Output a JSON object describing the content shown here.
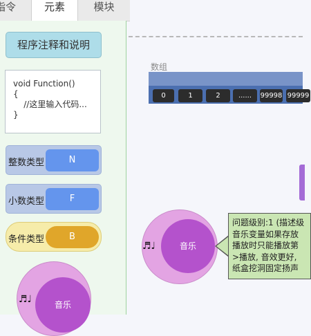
{
  "tabs": [
    {
      "label": "指令"
    },
    {
      "label": "元素"
    },
    {
      "label": "模块"
    }
  ],
  "palette": {
    "note_block": "程序注释和说明",
    "code_block": {
      "lines": [
        "void Function()",
        "{",
        "    //这里输入代码...",
        "}"
      ]
    },
    "int_type": {
      "label": "整数类型",
      "chip": "N"
    },
    "float_type": {
      "label": "小数类型",
      "chip": "F"
    },
    "bool_type": {
      "label": "条件类型",
      "chip": "B"
    },
    "music": {
      "label": "音乐",
      "glyph": "♬♩"
    }
  },
  "canvas": {
    "array": {
      "title": "数组",
      "cells": [
        "0",
        "1",
        "2",
        "......",
        "99998",
        "99999"
      ]
    },
    "music": {
      "label": "音乐",
      "glyph": "♬♩"
    },
    "tooltip": {
      "lines": [
        "问题级别:1 (描述级",
        "音乐变量如果存放",
        "播放时只能播放第",
        ">播放, 音效更好,",
        "纸盒挖洞固定扬声"
      ]
    }
  },
  "colors": {
    "palette_bg": "#eef8ee",
    "note_block": "#aedde9",
    "int_chip": "#6495ed",
    "bool_chip": "#e0a62a",
    "music_inner": "#b452cc",
    "music_outer": "#e3a4e3",
    "array_bar": "#4b6fb0",
    "tooltip_bg": "#cae6b3"
  }
}
